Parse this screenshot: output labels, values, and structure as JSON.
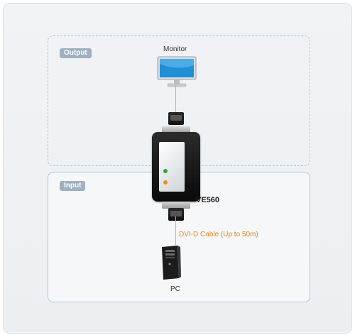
{
  "sections": {
    "output_tag": "Output",
    "input_tag": "Input"
  },
  "devices": {
    "monitor_label": "Monitor",
    "extender_label": "VE560",
    "pc_label": "PC"
  },
  "cable": {
    "label": "DVI-D Cable (Up to 50m)"
  },
  "icons": [
    "monitor-icon",
    "dvi-connector-icon",
    "extender-device-icon",
    "pc-tower-icon"
  ],
  "colors": {
    "cable_label": "#e08a1e",
    "cable_line": "#8fc0de",
    "tag_background": "#9fb0c0",
    "led_green": "#2fa83a",
    "led_orange": "#f08a1c"
  }
}
